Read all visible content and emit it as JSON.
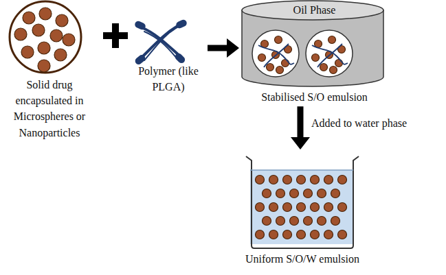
{
  "diagram": {
    "nodes": [
      {
        "text": [
          "Solid drug encapsulated in Microspheres or Nanoparticles"
        ]
      },
      {
        "text": [
          "Polymer (like PLGA)"
        ]
      },
      {
        "text": [
          "Oil Phase",
          "Stabilised S/O emulsion"
        ]
      },
      {
        "text": [
          "Uniform S/O/W emulsion"
        ]
      }
    ],
    "edges": [
      {
        "from": 1,
        "to": 2,
        "arrow": "to"
      },
      {
        "from": 2,
        "to": 3,
        "label": "Added to water phase",
        "arrow": "to"
      }
    ]
  }
}
